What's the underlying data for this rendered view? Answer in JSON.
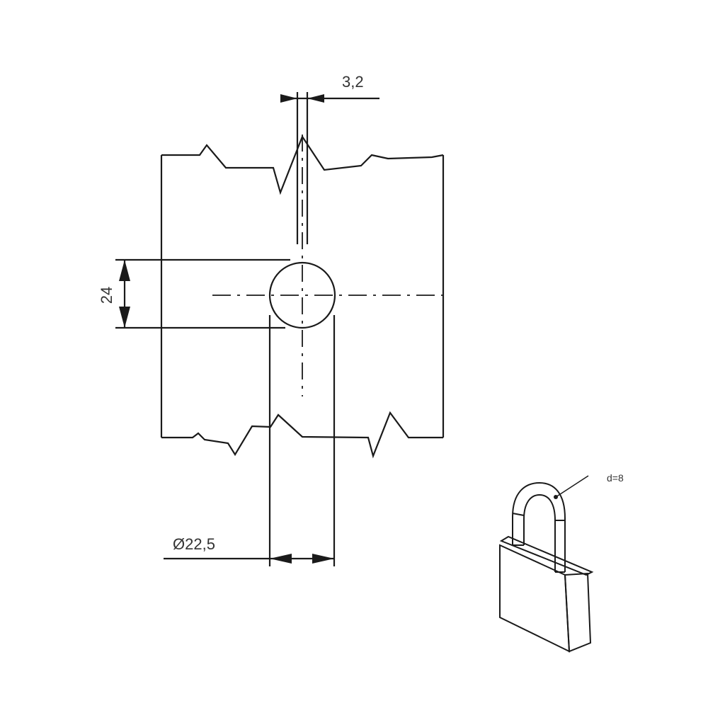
{
  "dimensions": {
    "slot_width": "3,2",
    "hole_height": "24",
    "hole_diameter": "Ø22,5",
    "shackle_diameter": "d=8"
  },
  "colors": {
    "line": "#1a1a1a",
    "text": "#333333",
    "background": "#ffffff"
  },
  "icons": {
    "padlock": "padlock-icon"
  }
}
